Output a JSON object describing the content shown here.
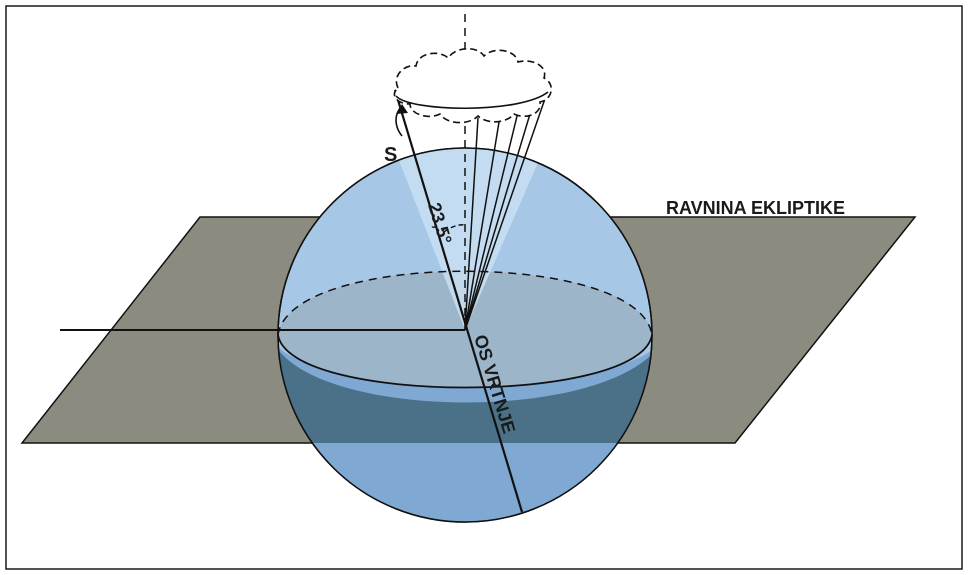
{
  "labels": {
    "ecliptic_plane": "RAVNINA EKLIPTIKE",
    "north": "S",
    "tilt_angle": "23,5°",
    "rotation_axis": "OS VRTNJE"
  },
  "colors": {
    "plane": "#8b8b80",
    "sphere_upper": "#a7c7e7",
    "sphere_lower": "#7fa8d3",
    "equator_cut": "#9db5c9",
    "lower_band": "#4a7187",
    "cap": "#c9dff2",
    "stroke": "#111111"
  }
}
